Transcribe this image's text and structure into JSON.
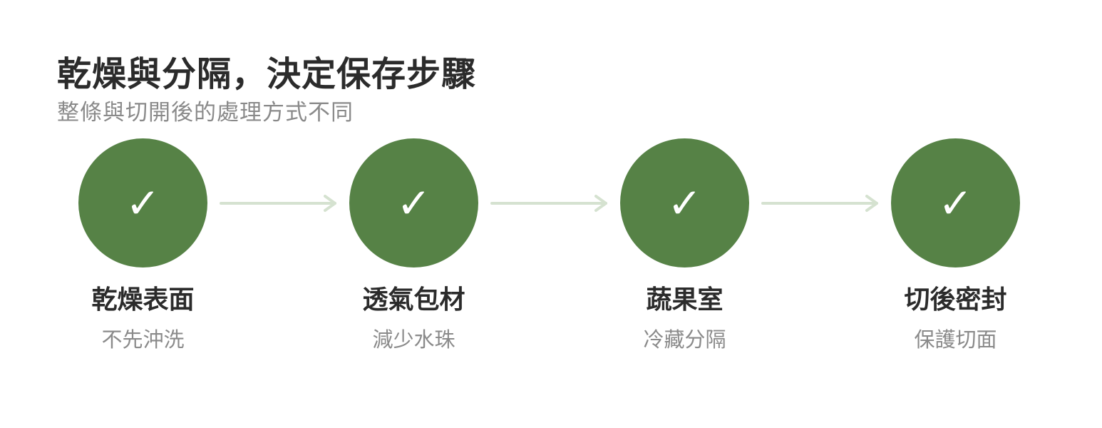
{
  "header": {
    "title": "乾燥與分隔，決定保存步驟",
    "subtitle": "整條與切開後的處理方式不同"
  },
  "colors": {
    "circle": "#568246",
    "arrow": "#d5e2d0",
    "title": "#2b2b2b",
    "muted": "#8a8a8a"
  },
  "steps": [
    {
      "icon": "checkmark-icon",
      "symbol": "✓",
      "label": "乾燥表面",
      "sub": "不先沖洗"
    },
    {
      "icon": "checkmark-icon",
      "symbol": "✓",
      "label": "透氣包材",
      "sub": "減少水珠"
    },
    {
      "icon": "checkmark-icon",
      "symbol": "✓",
      "label": "蔬果室",
      "sub": "冷藏分隔"
    },
    {
      "icon": "checkmark-icon",
      "symbol": "✓",
      "label": "切後密封",
      "sub": "保護切面"
    }
  ]
}
